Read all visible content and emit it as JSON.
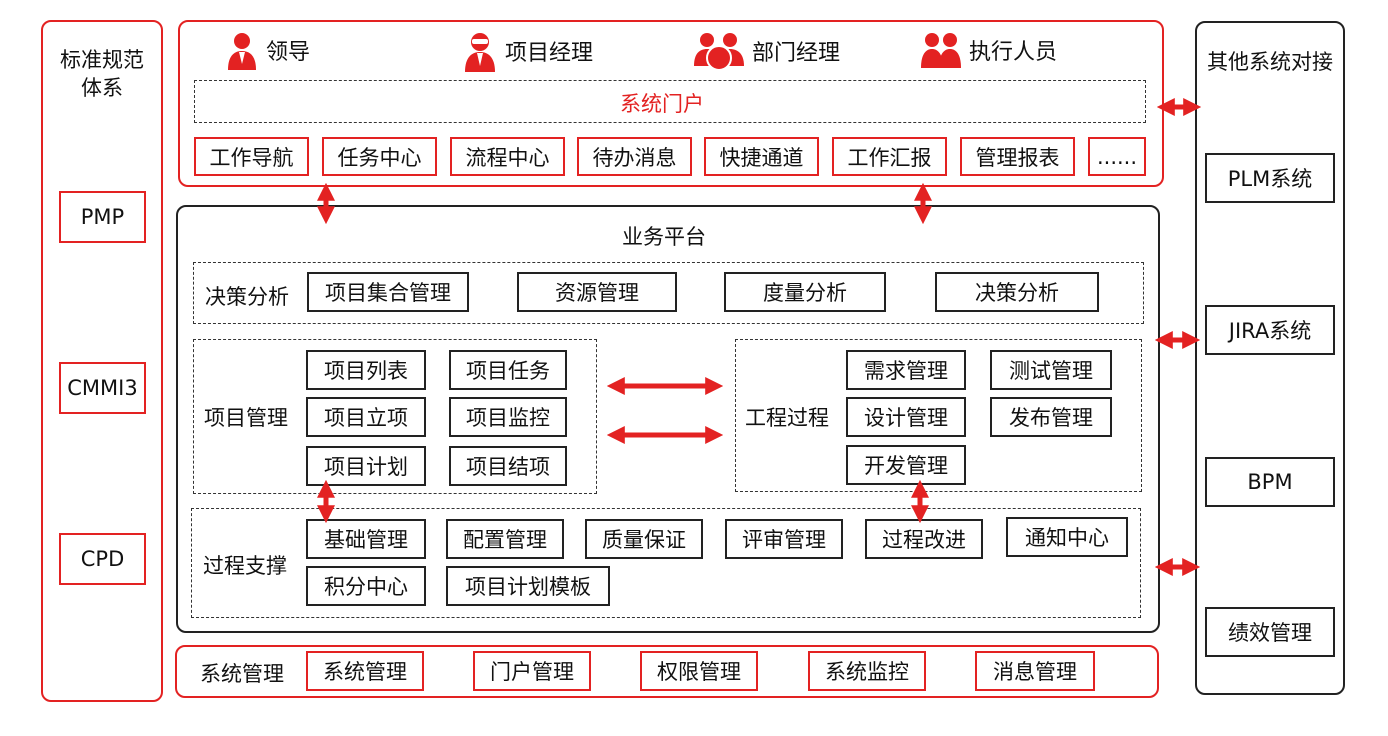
{
  "left": {
    "title": "标准规范体系",
    "items": [
      "PMP",
      "CMMI3",
      "CPD"
    ]
  },
  "right": {
    "title": "其他系统对接",
    "items": [
      "PLM系统",
      "JIRA系统",
      "BPM",
      "绩效管理"
    ]
  },
  "portal": {
    "roles": [
      "领导",
      "项目经理",
      "部门经理",
      "执行人员"
    ],
    "title": "系统门户",
    "items": [
      "工作导航",
      "任务中心",
      "流程中心",
      "待办消息",
      "快捷通道",
      "工作汇报",
      "管理报表",
      "......"
    ]
  },
  "business": {
    "title": "业务平台",
    "decision": {
      "label": "决策分析",
      "items": [
        "项目集合管理",
        "资源管理",
        "度量分析",
        "决策分析"
      ]
    },
    "project": {
      "label": "项目管理",
      "items": [
        "项目列表",
        "项目任务",
        "项目立项",
        "项目监控",
        "项目计划",
        "项目结项"
      ]
    },
    "engineering": {
      "label": "工程过程",
      "items": [
        "需求管理",
        "测试管理",
        "设计管理",
        "发布管理",
        "开发管理"
      ]
    },
    "support": {
      "label": "过程支撑",
      "items": [
        "基础管理",
        "配置管理",
        "质量保证",
        "评审管理",
        "过程改进",
        "通知中心",
        "积分中心",
        "项目计划模板"
      ]
    }
  },
  "system": {
    "label": "系统管理",
    "items": [
      "系统管理",
      "门户管理",
      "权限管理",
      "系统监控",
      "消息管理"
    ]
  },
  "colors": {
    "accent": "#e32222",
    "line": "#222222"
  }
}
